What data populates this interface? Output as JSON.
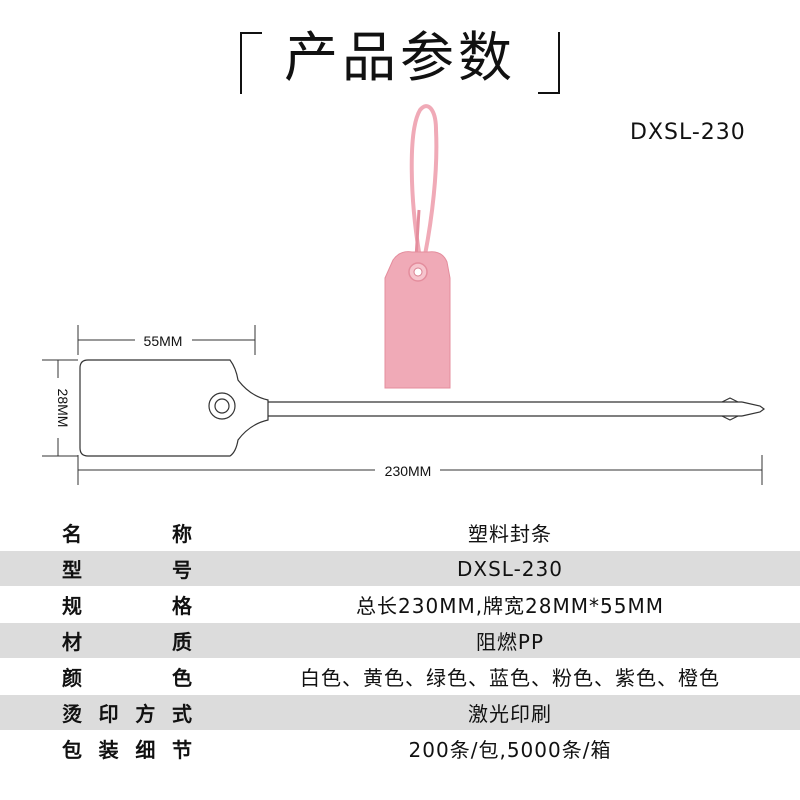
{
  "header": {
    "title": "产品参数",
    "model": "DXSL-230"
  },
  "diagram": {
    "dim_width": "55MM",
    "dim_height": "28MM",
    "dim_length": "230MM",
    "colors": {
      "tag_pink": "#f0aab7",
      "tag_pink_dark": "#e48d9d",
      "outline": "#333333"
    }
  },
  "specs": [
    {
      "label": [
        "名",
        "称"
      ],
      "value": "塑料封条",
      "shade": false
    },
    {
      "label": [
        "型",
        "号"
      ],
      "value": "DXSL-230",
      "shade": true
    },
    {
      "label": [
        "规",
        "格"
      ],
      "value": "总长230MM,牌宽28MM*55MM",
      "shade": false
    },
    {
      "label": [
        "材",
        "质"
      ],
      "value": "阻燃PP",
      "shade": true
    },
    {
      "label": [
        "颜",
        "色"
      ],
      "value": "白色、黄色、绿色、蓝色、粉色、紫色、橙色",
      "shade": false
    },
    {
      "label": [
        "烫",
        "印",
        "方",
        "式"
      ],
      "value": "激光印刷",
      "shade": true
    },
    {
      "label": [
        "包",
        "装",
        "细",
        "节"
      ],
      "value": "200条/包,5000条/箱",
      "shade": false
    }
  ]
}
